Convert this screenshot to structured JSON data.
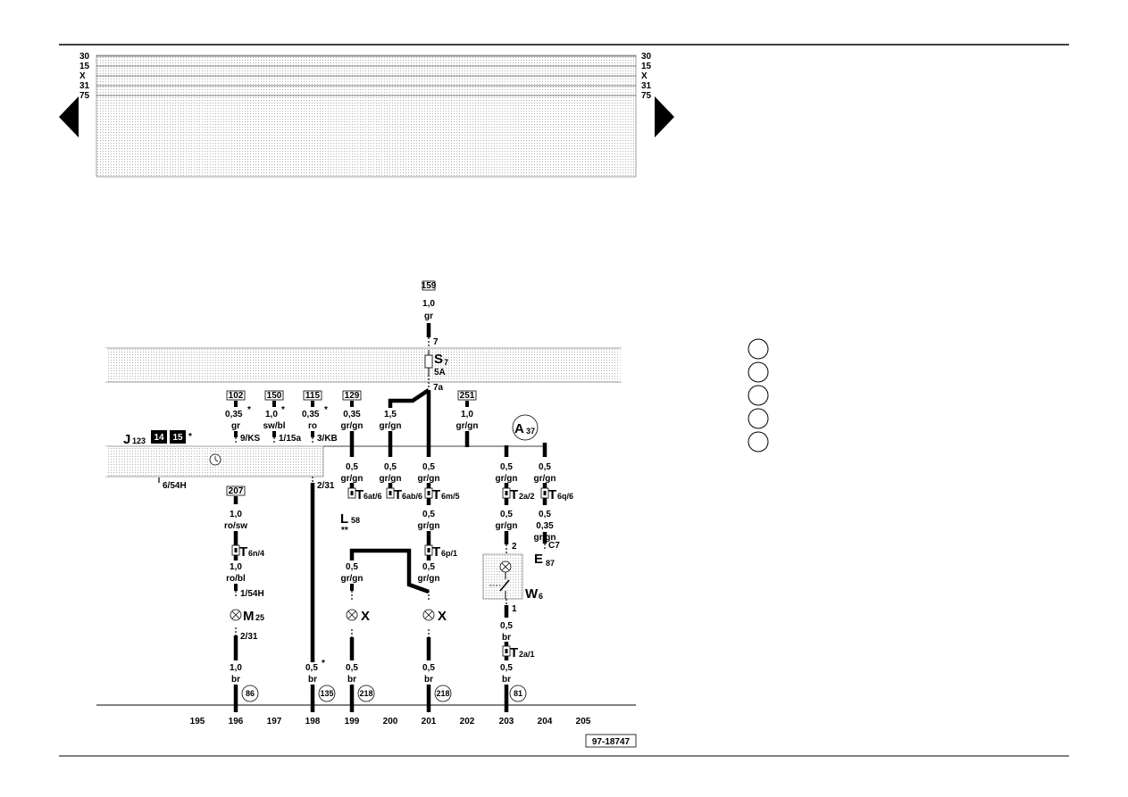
{
  "rails": [
    "30",
    "15",
    "X",
    "31",
    "75"
  ],
  "fuse": {
    "name": "S",
    "index": "7",
    "rating": "5A",
    "pin_top": "7",
    "pin_bottom": "7a"
  },
  "fuse_ref": "159",
  "fuse_wire": {
    "size": "1,0",
    "color": "gr"
  },
  "module": {
    "name": "J",
    "index": "123",
    "boxes": [
      "14",
      "15"
    ],
    "star": "*",
    "pin_left": "6/54H",
    "pin_right": "2/31"
  },
  "inputs": [
    {
      "ref": "102",
      "size": "0,35",
      "star": "*",
      "color": "gr",
      "pin": "9/KS"
    },
    {
      "ref": "150",
      "size": "1,0",
      "star": "*",
      "color": "sw/bl",
      "pin": "1/15a"
    },
    {
      "ref": "115",
      "size": "0,35",
      "star": "*",
      "color": "ro",
      "pin": "3/KB"
    },
    {
      "ref": "129",
      "size": "0,35",
      "color": "gr/gn"
    },
    {
      "ref": "251",
      "size": "1,0",
      "color": "gr/gn"
    }
  ],
  "wire_15": {
    "size": "1,5",
    "color": "gr/gn"
  },
  "A37": {
    "name": "A",
    "index": "37"
  },
  "row2": [
    {
      "size": "0,5",
      "color": "gr/gn"
    },
    {
      "size": "0,5",
      "color": "gr/gn"
    },
    {
      "size": "0,5",
      "color": "gr/gn"
    },
    {
      "size": "0,5",
      "color": "gr/gn"
    },
    {
      "size": "0,5",
      "color": "gr/gn"
    }
  ],
  "connectors": {
    "t6at": {
      "name": "T",
      "sub": "6at/6"
    },
    "t6ab": {
      "name": "T",
      "sub": "6ab/6"
    },
    "t6m": {
      "name": "T",
      "sub": "6m/5"
    },
    "t2a2": {
      "name": "T",
      "sub": "2a/2"
    },
    "t6q": {
      "name": "T",
      "sub": "6q/6"
    },
    "t6n": {
      "name": "T",
      "sub": "6n/4"
    },
    "t6p": {
      "name": "T",
      "sub": "6p/1"
    },
    "t2a1": {
      "name": "T",
      "sub": "2a/1"
    }
  },
  "L58": {
    "name": "L",
    "index": "58",
    "stars": "**"
  },
  "E87": {
    "name": "E",
    "index": "87",
    "pin": "C7"
  },
  "W6": {
    "name": "W",
    "index": "6",
    "pin_top": "2",
    "pin_bottom": "1"
  },
  "M25": {
    "name": "M",
    "index": "25",
    "ref": "207",
    "wire1": {
      "size": "1,0",
      "color": "ro/sw"
    },
    "wire2": {
      "size": "1,0",
      "color": "ro/bl"
    },
    "pin_top": "1/54H",
    "pin_bottom": "2/31"
  },
  "lamp_X": "X",
  "wires_misc": {
    "m201a": {
      "size": "0,5",
      "color": "gr/gn"
    },
    "m199": {
      "size": "0,5",
      "color": "gr/gn"
    },
    "m201b": {
      "size": "0,5",
      "color": "gr/gn"
    },
    "m203a": {
      "size": "0,5",
      "color": "gr/gn"
    },
    "m204": {
      "size": "0,35",
      "color": "gr/gn"
    },
    "m203b": {
      "size": "0,5",
      "color": "br"
    }
  },
  "grounds": [
    {
      "size": "1,0",
      "color": "br",
      "ref": "86"
    },
    {
      "size": "0,5",
      "star": "*",
      "color": "br",
      "ref": "135"
    },
    {
      "size": "0,5",
      "color": "br",
      "ref": "218"
    },
    {
      "size": "0,5",
      "color": "br",
      "ref": "218"
    },
    {
      "size": "0,5",
      "color": "br",
      "ref": "81"
    }
  ],
  "columns": [
    "195",
    "196",
    "197",
    "198",
    "199",
    "200",
    "201",
    "202",
    "203",
    "204",
    "205"
  ],
  "drawing_id": "97-18747"
}
